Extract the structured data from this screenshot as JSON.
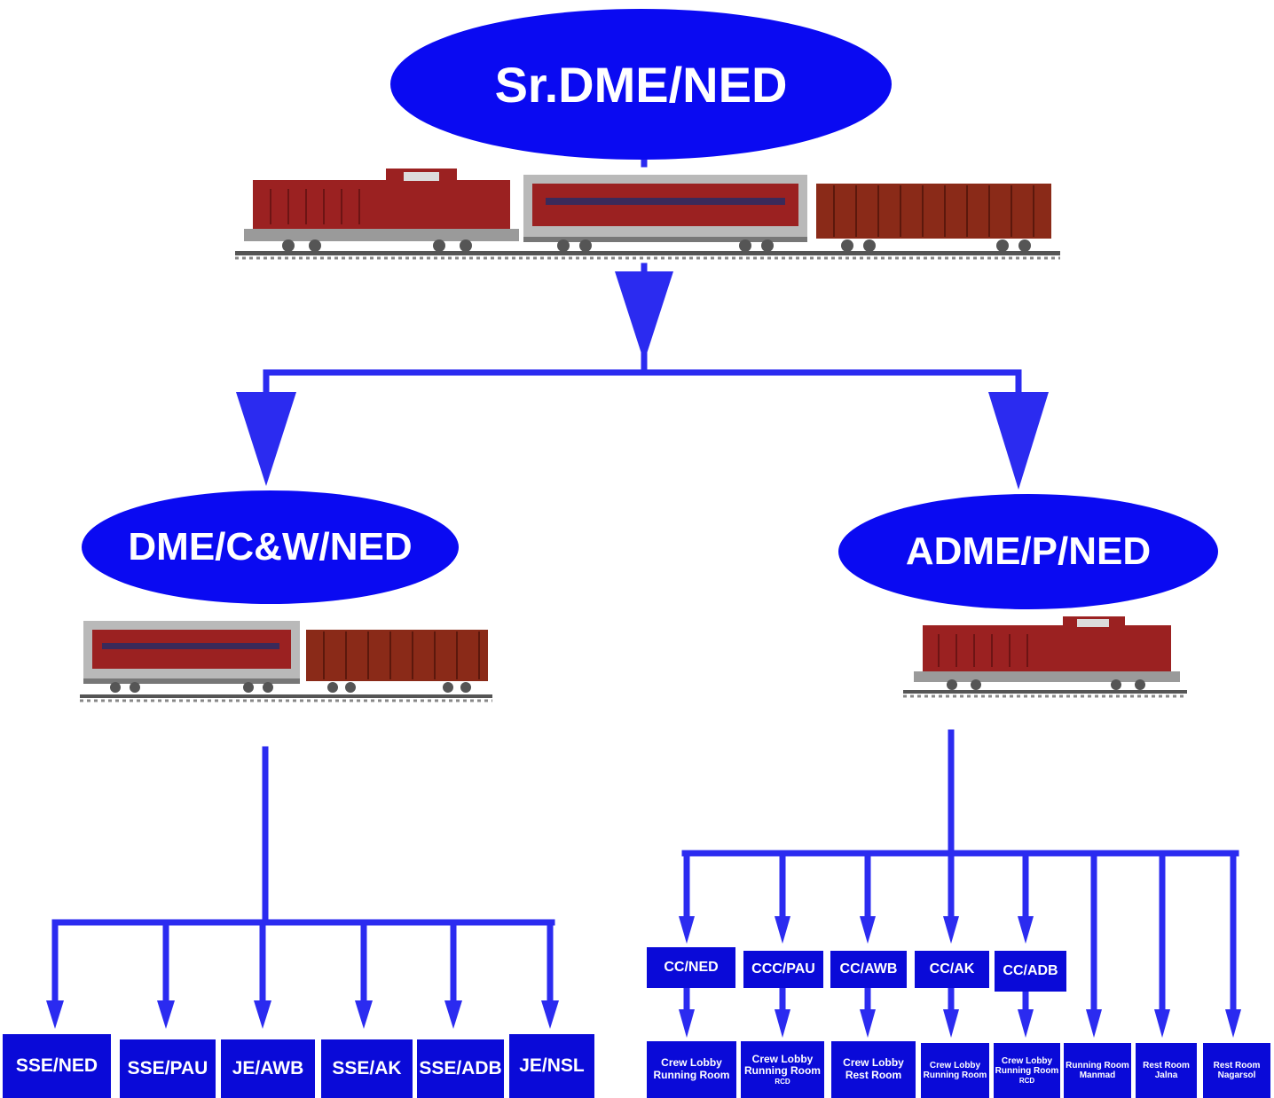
{
  "colors": {
    "node_fill": "#0a0af2",
    "box_fill": "#0a0ad8",
    "connector": "#2b2bf0",
    "train_red": "#9b2121",
    "train_grey": "#b9b9b9"
  },
  "root": {
    "label": "Sr.DME/NED"
  },
  "left_branch": {
    "label": "DME/C&W/NED",
    "units": [
      "SSE/NED",
      "SSE/PAU",
      "JE/AWB",
      "SSE/AK",
      "SSE/ADB",
      "JE/NSL"
    ]
  },
  "right_branch": {
    "label": "ADME/P/NED",
    "controllers": [
      "CC/NED",
      "CCC/PAU",
      "CC/AWB",
      "CC/AK",
      "CC/ADB"
    ],
    "facilities": [
      {
        "line1": "Crew Lobby",
        "line2": "Running Room",
        "line3": ""
      },
      {
        "line1": "Crew Lobby",
        "line2": "Running Room",
        "line3": "RCD"
      },
      {
        "line1": "Crew Lobby",
        "line2": "Rest Room",
        "line3": ""
      },
      {
        "line1": "Crew Lobby",
        "line2": "Running Room",
        "line3": ""
      },
      {
        "line1": "Crew Lobby",
        "line2": "Running Room",
        "line3": "RCD"
      },
      {
        "line1": "Running Room",
        "line2": "Manmad",
        "line3": ""
      },
      {
        "line1": "Rest Room",
        "line2": "Jalna",
        "line3": ""
      },
      {
        "line1": "Rest Room",
        "line2": "Nagarsol",
        "line3": ""
      }
    ]
  },
  "trains": {
    "top": [
      "locomotive",
      "passenger-coach",
      "goods-wagon"
    ],
    "left": [
      "passenger-coach",
      "goods-wagon"
    ],
    "right": [
      "locomotive"
    ]
  }
}
